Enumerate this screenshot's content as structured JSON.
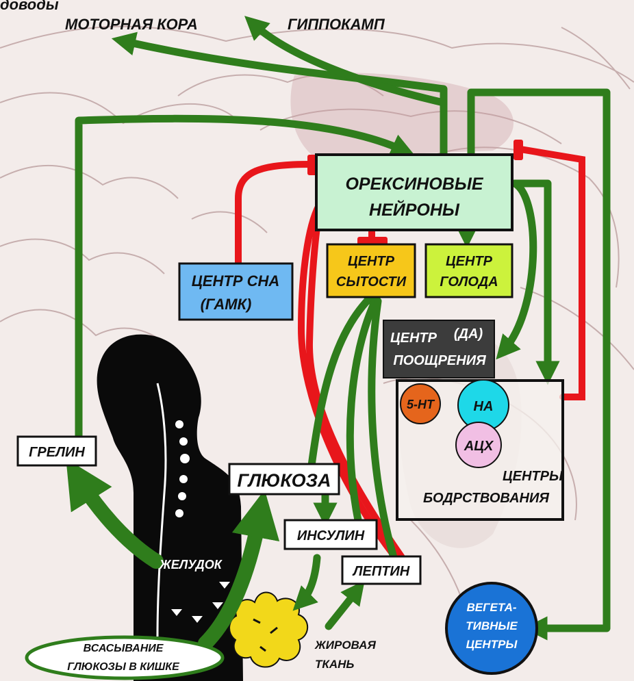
{
  "top_fragment": "доводы",
  "targets": {
    "motor_cortex": "МОТОРНАЯ КОРА",
    "hippocampus": "ГИППОКАМП"
  },
  "orexin": {
    "line1": "ОРЕКСИНОВЫЕ",
    "line2": "НЕЙРОНЫ"
  },
  "satiety": {
    "line1": "ЦЕНТР",
    "line2": "СЫТОСТИ"
  },
  "hunger": {
    "line1": "ЦЕНТР",
    "line2": "ГОЛОДА"
  },
  "sleep_center": {
    "line1": "ЦЕНТР СНА",
    "line2": "(ГАМК)"
  },
  "reward": {
    "line1": "ЦЕНТР",
    "line2": "ПООЩРЕНИЯ",
    "tag": "(ДА)"
  },
  "wake": {
    "t1": "5-НТ",
    "t2": "НА",
    "t3": "АЦХ",
    "line1": "ЦЕНТРЫ",
    "line2": "БОДРСТВОВАНИЯ"
  },
  "ghrelin": "ГРЕЛИН",
  "glucose": "ГЛЮКОЗА",
  "insulin": "ИНСУЛИН",
  "leptin": "ЛЕПТИН",
  "stomach": "ЖЕЛУДОК",
  "absorption": {
    "line1": "ВСАСЫВАНИЕ",
    "line2": "ГЛЮКОЗЫ В КИШКЕ"
  },
  "fat": {
    "line1": "ЖИРОВАЯ",
    "line2": "ТКАНЬ"
  },
  "vegetative": {
    "line1": "ВЕГЕТА-",
    "line2": "ТИВНЫЕ",
    "line3": "ЦЕНТРЫ"
  },
  "colors": {
    "excite": "#2f7d1c",
    "inhibit": "#e8161b",
    "orexin_box": "#c8f2d2",
    "satiety_box": "#f6c71a",
    "hunger_box": "#ccf23c",
    "sleep_box": "#6fb9f2",
    "reward_box": "#3c3c3c",
    "serotonin": "#e5651c",
    "noradrenaline": "#1ed8e8",
    "acetylcholine": "#f1bfe4",
    "vegetative": "#1a73d6",
    "fat": "#f2d81a"
  }
}
